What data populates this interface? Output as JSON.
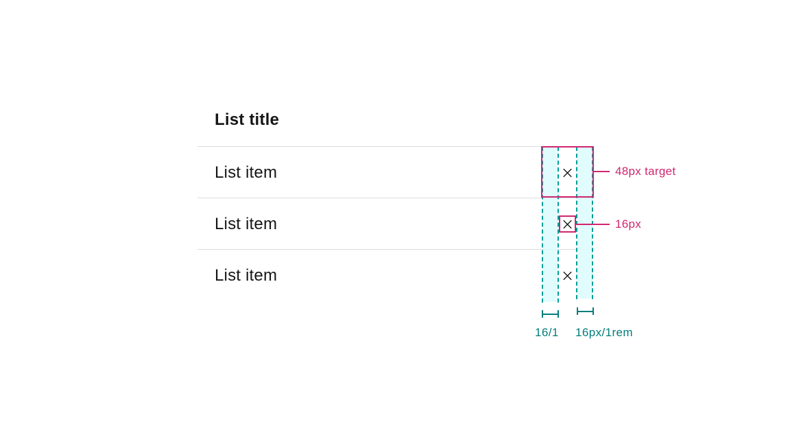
{
  "title": "List title",
  "list": {
    "items": [
      {
        "label": "List item"
      },
      {
        "label": "List item"
      },
      {
        "label": "List item"
      }
    ]
  },
  "annotations": {
    "target": "48px target",
    "icon_size": "16px",
    "spacing_primary": "16/1",
    "spacing_secondary": "16px/1rem"
  },
  "icons": {
    "close": "close-icon"
  },
  "colors": {
    "annotation_magenta": "#d02670",
    "annotation_teal": "#007d79",
    "guide_teal": "#009d9a",
    "highlight_cyan": "#d9fbfb",
    "row_border": "#dcdcdc",
    "text": "#161616",
    "background": "#ffffff"
  }
}
